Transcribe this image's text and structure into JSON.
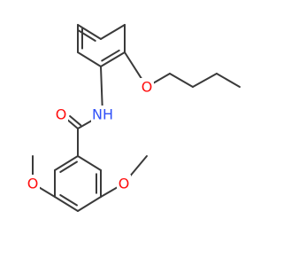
{
  "atoms": [
    {
      "id": "O_carbonyl",
      "label": "O",
      "color": "#ff0d0d"
    },
    {
      "id": "N_amide",
      "label": "NH",
      "color": "#3050f8"
    },
    {
      "id": "O_butoxy",
      "label": "O",
      "color": "#ff0d0d"
    },
    {
      "id": "O_methoxy_left",
      "label": "O",
      "color": "#ff0d0d"
    },
    {
      "id": "O_methoxy_right",
      "label": "O",
      "color": "#ff0d0d"
    }
  ],
  "colors": {
    "bond": "#3a3a3a",
    "oxygen": "#ff0d0d",
    "nitrogen": "#3050f8",
    "background": "#ffffff"
  }
}
